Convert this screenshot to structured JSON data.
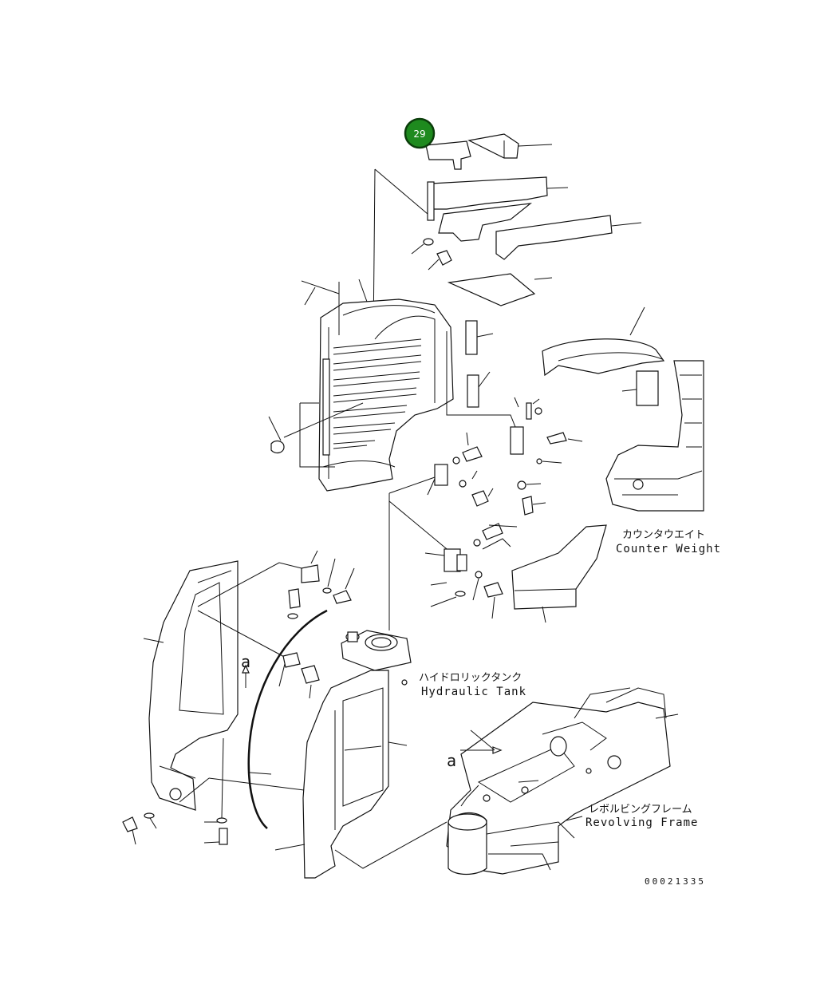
{
  "callout": {
    "number": "29",
    "fill": "#1e8a1e",
    "ring": "#0b3d0b"
  },
  "labels": {
    "counter_weight_jp": "カウンタウエイト",
    "counter_weight_en": "Counter Weight",
    "hydraulic_tank_jp": "ハイドロリックタンク",
    "hydraulic_tank_en": "Hydraulic Tank",
    "revolving_frame_jp": "レボルビングフレーム",
    "revolving_frame_en": "Revolving Frame",
    "view_marker_a": "a",
    "view_marker_a2": "a",
    "drawing_number": "00021335"
  }
}
